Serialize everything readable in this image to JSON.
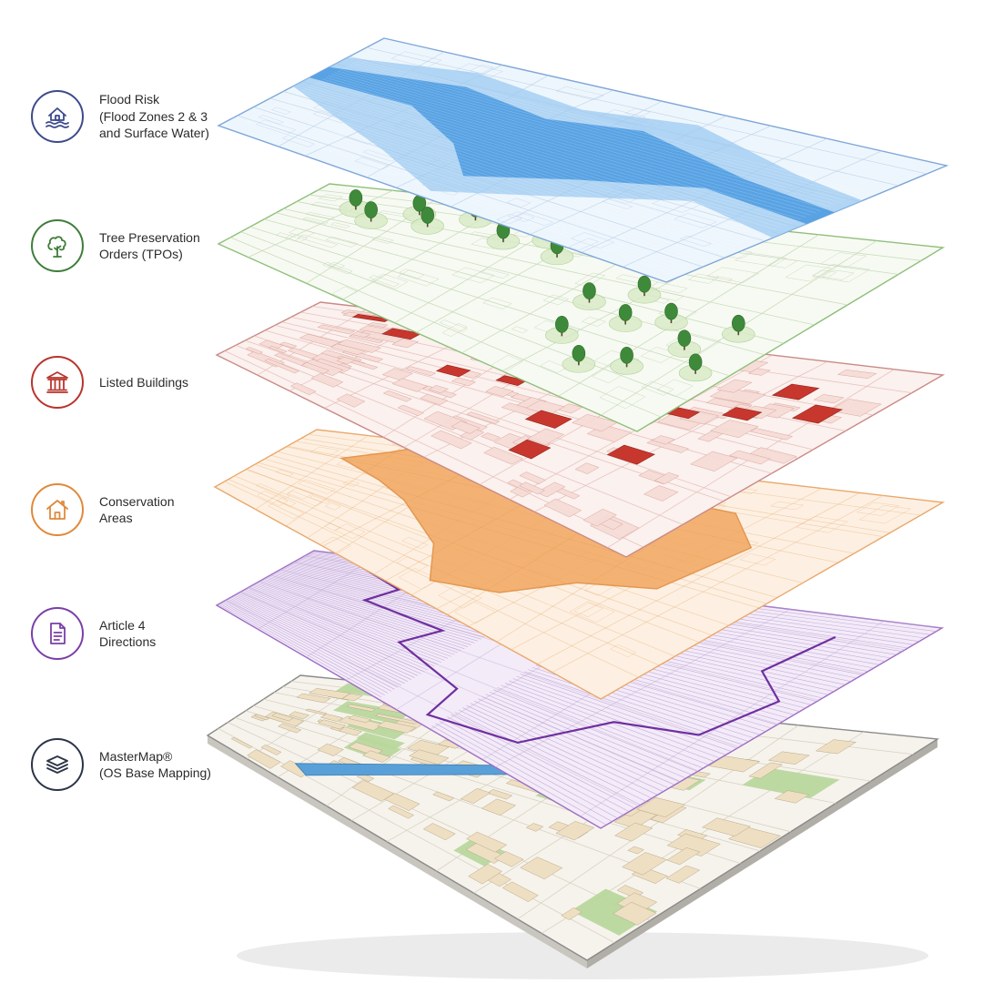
{
  "legend": [
    {
      "id": "flood-risk",
      "lines": [
        "Flood Risk",
        "(Flood Zones 2 & 3",
        "and Surface Water)"
      ],
      "color": "#3d4a8c",
      "icon": "flood-house-icon"
    },
    {
      "id": "tree-preservation",
      "lines": [
        "Tree Preservation",
        "Orders (TPOs)"
      ],
      "color": "#3f7d3a",
      "icon": "tree-icon"
    },
    {
      "id": "listed-buildings",
      "lines": [
        "Listed Buildings"
      ],
      "color": "#b8342c",
      "icon": "columned-building-icon"
    },
    {
      "id": "conservation-areas",
      "lines": [
        "Conservation",
        "Areas"
      ],
      "color": "#e0893a",
      "icon": "house-outline-icon"
    },
    {
      "id": "article-4",
      "lines": [
        "Article 4",
        "Directions"
      ],
      "color": "#7a3fa8",
      "icon": "document-icon"
    },
    {
      "id": "mastermap",
      "lines": [
        "MasterMap®",
        "(OS Base Mapping)"
      ],
      "color": "#2b3447",
      "icon": "stacked-layers-icon"
    }
  ],
  "layer_colors": {
    "flood": "#4a9ae0",
    "flood_light": "#dcecfa",
    "tree": "#3e8a3a",
    "tree_halo": "#d9ebc7",
    "listed": "#c8372d",
    "listed_light": "#f6dcd6",
    "conservation": "#f2a860",
    "conservation_light": "#fdf0e2",
    "article4": "#6f2fa0",
    "article4_light": "#f3ebf8",
    "base_green": "#b7d69a",
    "base_building": "#eedfc3",
    "base_water": "#5aa0d8"
  }
}
